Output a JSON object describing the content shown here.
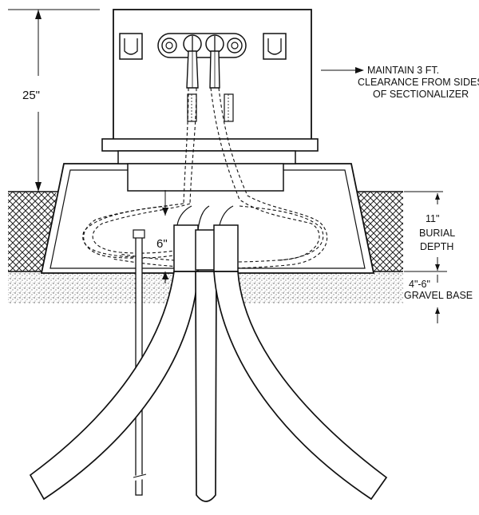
{
  "dimensions": {
    "height": "25\"",
    "offset": "6\"",
    "burial_value": "11\"",
    "burial_label_1": "BURIAL",
    "burial_label_2": "DEPTH",
    "gravel_value": "4\"-6\"",
    "gravel_label": "GRAVEL BASE"
  },
  "notes": {
    "clearance_line_1": "MAINTAIN 3 FT.",
    "clearance_line_2": "CLEARANCE FROM SIDES",
    "clearance_line_3": "OF SECTIONALIZER"
  },
  "colors": {
    "line": "#111111",
    "background": "#ffffff"
  }
}
